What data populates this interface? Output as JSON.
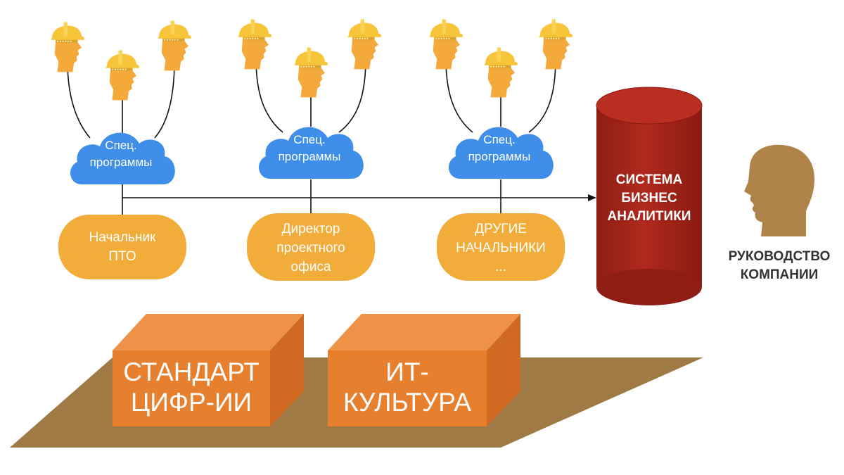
{
  "groups": [
    {
      "cloud": {
        "line1": "Спец.",
        "line2": "программы"
      },
      "role": {
        "line1": "Начальник",
        "line2": "ПТО",
        "line3": ""
      }
    },
    {
      "cloud": {
        "line1": "Спец.",
        "line2": "программы"
      },
      "role": {
        "line1": "Директор",
        "line2": "проектного",
        "line3": "офиса"
      }
    },
    {
      "cloud": {
        "line1": "Спец.",
        "line2": "программы"
      },
      "role": {
        "line1": "ДРУГИЕ",
        "line2": "НАЧАЛЬНИКИ",
        "line3": "..."
      }
    }
  ],
  "bi_system": {
    "line1": "СИСТЕМА",
    "line2": "БИЗНЕС",
    "line3": "АНАЛИТИКИ"
  },
  "management": {
    "line1": "РУКОВОДСТВО",
    "line2": "КОМПАНИИ"
  },
  "foundation": {
    "box1": {
      "line1": "СТАНДАРТ",
      "line2": "ЦИФР-ИИ"
    },
    "box2": {
      "line1": "ИТ-",
      "line2": "КУЛЬТУРА"
    }
  },
  "colors": {
    "helmet": "#F7C53A",
    "head": "#F4A93B",
    "cloud": "#3F8EEA",
    "pill": "#F2AC3A",
    "cylinder": "#A9261B",
    "cylinder_top": "#C0392B",
    "manager_head": "#B0834A",
    "box_front": "#E67F2E",
    "box_top": "#EE9247",
    "box_side": "#D06A22",
    "ground": "#A07A45"
  }
}
